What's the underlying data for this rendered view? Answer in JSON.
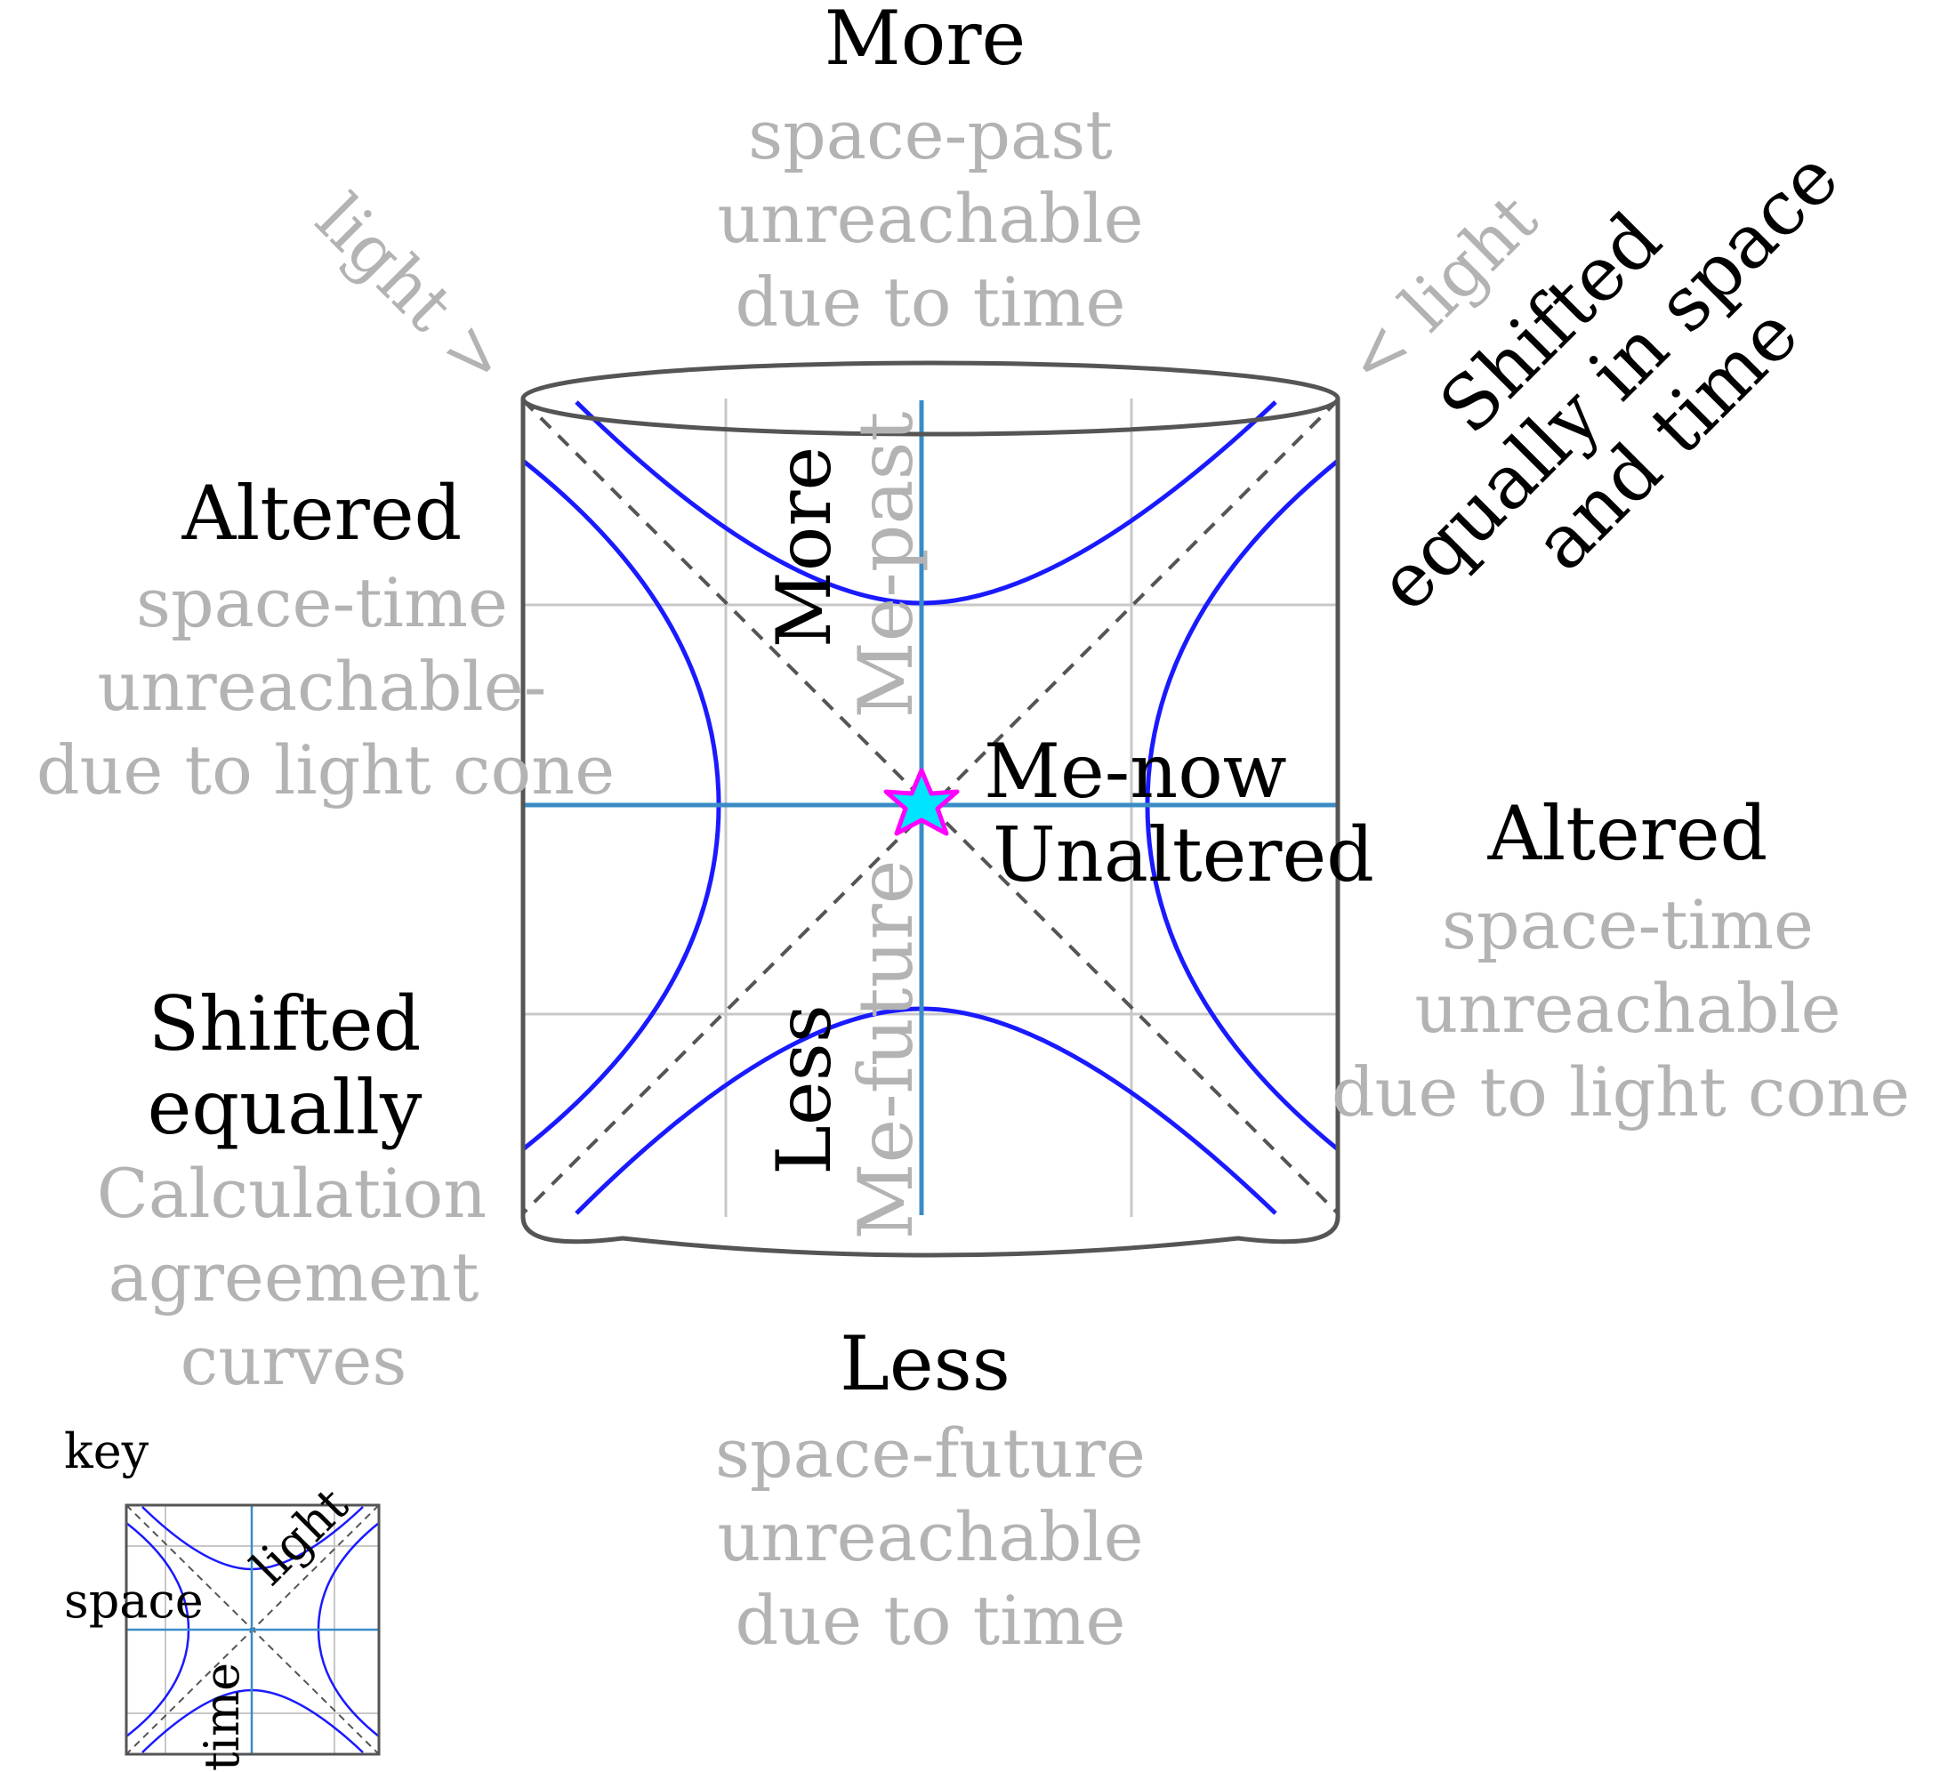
{
  "top": {
    "heading": "More",
    "lines": [
      "space-past",
      "unreachable",
      "due to time"
    ]
  },
  "bottom": {
    "heading": "Less",
    "lines": [
      "space-future",
      "unreachable",
      "due to time"
    ]
  },
  "left_upper": {
    "heading": "Altered",
    "lines": [
      "space-time",
      "unreachable-",
      "due to light cone"
    ]
  },
  "right": {
    "heading": "Altered",
    "lines": [
      "space-time",
      "unreachable",
      "due to light cone"
    ]
  },
  "left_lower": {
    "heading_lines": [
      "Shifted",
      "equally"
    ],
    "lines": [
      "Calculation",
      "agreement",
      "curves"
    ]
  },
  "diagonal_top_right": {
    "lines": [
      "Shifted",
      "equally in space",
      "and time"
    ]
  },
  "light_left": "light >",
  "light_right": "< light",
  "axis": {
    "more": "More",
    "me_past": "Me-past",
    "less": "Less",
    "me_future": "Me-future"
  },
  "center": {
    "me_now": "Me-now",
    "unaltered": "Unaltered"
  },
  "key": {
    "title": "key",
    "space": "space",
    "light": "light",
    "time": "time"
  },
  "colors": {
    "black_text": "#000000",
    "grey_text": "#b3b3b3",
    "curves": "#1a1aff",
    "axes": "#3a8cc6",
    "light_lines": "#555555",
    "grid": "#c8c8c8",
    "frame": "#555555",
    "star_fill": "#00e5ff",
    "star_stroke": "#ff00ff"
  }
}
